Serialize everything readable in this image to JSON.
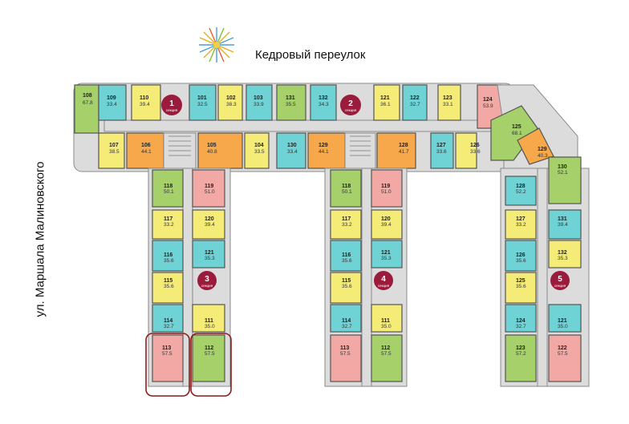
{
  "street_top": "Кедровый переулок",
  "street_left": "ул. Маршала Малиновского",
  "section_word": "секция",
  "colors": {
    "green": "#a6d06a",
    "cyan": "#6fd3d6",
    "yellow": "#f5ec78",
    "orange": "#f6a84a",
    "pink": "#f2a9a6",
    "corridor": "#dcdcdc",
    "wall": "#6b6b6b",
    "badge": "#9b1b3c",
    "highlight": "#8e1a1a"
  },
  "sections": [
    {
      "num": "1"
    },
    {
      "num": "2"
    },
    {
      "num": "3"
    },
    {
      "num": "4"
    },
    {
      "num": "5"
    }
  ],
  "apartments": {
    "a108": {
      "num": "108",
      "area": "67.8"
    },
    "a109": {
      "num": "109",
      "area": "33.4"
    },
    "a110": {
      "num": "110",
      "area": "39.4"
    },
    "a101": {
      "num": "101",
      "area": "32.5"
    },
    "a102": {
      "num": "102",
      "area": "38.3"
    },
    "a103": {
      "num": "103",
      "area": "33.9"
    },
    "a107": {
      "num": "107",
      "area": "38.5"
    },
    "a106": {
      "num": "106",
      "area": "44.1"
    },
    "a105": {
      "num": "105",
      "area": "40.8"
    },
    "a104": {
      "num": "104",
      "area": "33.5"
    },
    "a130c": {
      "num": "130",
      "area": "33.4"
    },
    "a131": {
      "num": "131",
      "area": "35.5"
    },
    "a132": {
      "num": "132",
      "area": "34.3"
    },
    "a121t": {
      "num": "121",
      "area": "36.1"
    },
    "a122": {
      "num": "122",
      "area": "32.7"
    },
    "a123t": {
      "num": "123",
      "area": "33.1"
    },
    "a124": {
      "num": "124",
      "area": "53.9"
    },
    "a129": {
      "num": "129",
      "area": "44.1"
    },
    "a128": {
      "num": "128",
      "area": "41.7"
    },
    "a127": {
      "num": "127",
      "area": "33.6"
    },
    "a126": {
      "num": "126",
      "area": "33.6"
    },
    "a125r": {
      "num": "125",
      "area": "68.1"
    },
    "a129r": {
      "num": "129",
      "area": "40.3"
    },
    "a130r": {
      "num": "130",
      "area": "52.1"
    },
    "s3_118": {
      "num": "118",
      "area": "50.1"
    },
    "s3_119": {
      "num": "119",
      "area": "51.0"
    },
    "s3_117": {
      "num": "117",
      "area": "33.2"
    },
    "s3_120": {
      "num": "120",
      "area": "39.4"
    },
    "s3_116": {
      "num": "116",
      "area": "35.6"
    },
    "s3_121": {
      "num": "121",
      "area": "35.3"
    },
    "s3_115": {
      "num": "115",
      "area": "35.6"
    },
    "s3_114": {
      "num": "114",
      "area": "32.7"
    },
    "s3_111": {
      "num": "111",
      "area": "35.0"
    },
    "s3_113": {
      "num": "113",
      "area": "57.5"
    },
    "s3_112": {
      "num": "112",
      "area": "57.5"
    },
    "s4_118": {
      "num": "118",
      "area": "50.1"
    },
    "s4_119": {
      "num": "119",
      "area": "51.0"
    },
    "s4_117": {
      "num": "117",
      "area": "33.2"
    },
    "s4_120": {
      "num": "120",
      "area": "39.4"
    },
    "s4_116": {
      "num": "116",
      "area": "35.6"
    },
    "s4_121": {
      "num": "121",
      "area": "35.3"
    },
    "s4_115": {
      "num": "115",
      "area": "35.6"
    },
    "s4_114": {
      "num": "114",
      "area": "32.7"
    },
    "s4_111": {
      "num": "111",
      "area": "35.0"
    },
    "s4_113": {
      "num": "113",
      "area": "57.5"
    },
    "s4_112": {
      "num": "112",
      "area": "57.5"
    },
    "s5_128": {
      "num": "128",
      "area": "52.2"
    },
    "s5_127": {
      "num": "127",
      "area": "33.2"
    },
    "s5_131": {
      "num": "131",
      "area": "39.4"
    },
    "s5_126": {
      "num": "126",
      "area": "35.6"
    },
    "s5_132": {
      "num": "132",
      "area": "35.3"
    },
    "s5_125": {
      "num": "125",
      "area": "35.6"
    },
    "s5_124": {
      "num": "124",
      "area": "32.7"
    },
    "s5_121": {
      "num": "121",
      "area": "35.0"
    },
    "s5_123": {
      "num": "123",
      "area": "57.2"
    },
    "s5_122": {
      "num": "122",
      "area": "57.5"
    }
  }
}
